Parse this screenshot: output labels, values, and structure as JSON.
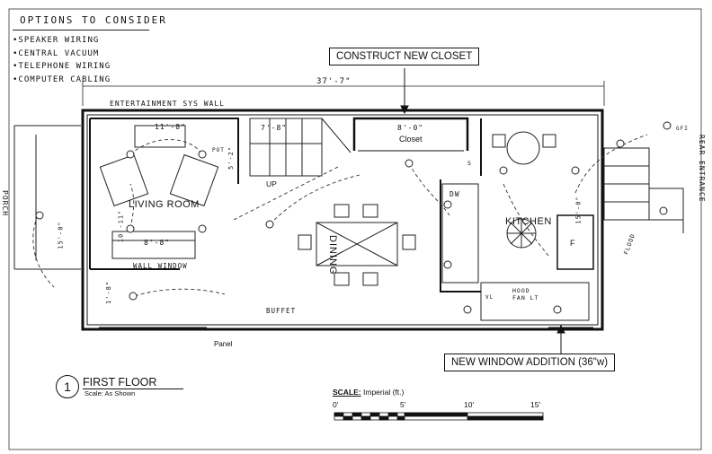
{
  "notes": {
    "title": "OPTIONS TO CONSIDER",
    "items": [
      "SPEAKER WIRING",
      "CENTRAL VACUUM",
      "TELEPHONE WIRING",
      "COMPUTER CABLING"
    ]
  },
  "callouts": {
    "closet": "CONSTRUCT NEW CLOSET",
    "window": "NEW WINDOW ADDITION (36\"w)"
  },
  "dimensions": {
    "overall": "37'-7\"",
    "living_width": "11'-8\"",
    "stair": "7'-8\"",
    "closet": "8'-0\"",
    "sofa": "8'-8\"",
    "living_depth": "10'-11\"",
    "porch_depth": "15'-0\"",
    "kitchen_depth": "15'-0\"",
    "front_stub": "1'-8\"",
    "stair_rise": "5'-2\""
  },
  "rooms": {
    "living": "LIVING ROOM",
    "dining": "DINING",
    "kitchen": "KITCHEN",
    "closet": "Closet",
    "porch": "PORCH",
    "rear_entrance": "REAR ENTRANCE",
    "entertainment_wall": "ENTERTAINMENT SYS WALL",
    "wall_window": "WALL WINDOW",
    "buffet": "BUFFET",
    "up": "UP",
    "panel": "Panel",
    "flood": "FLOOD",
    "dw": "DW",
    "fridge": "F",
    "hood_fan": "HOOD FAN LT",
    "s_label": "S",
    "pot": "POT",
    "vl": "VL",
    "gfi": "GFI"
  },
  "title_block": {
    "number": "1",
    "name": "FIRST FLOOR",
    "scale": "Scale: As Shown"
  },
  "scalebar": {
    "label_bold": "SCALE:",
    "label_rest": " Imperial (ft.)",
    "ticks": [
      "0'",
      "5'",
      "10'",
      "15'"
    ]
  }
}
